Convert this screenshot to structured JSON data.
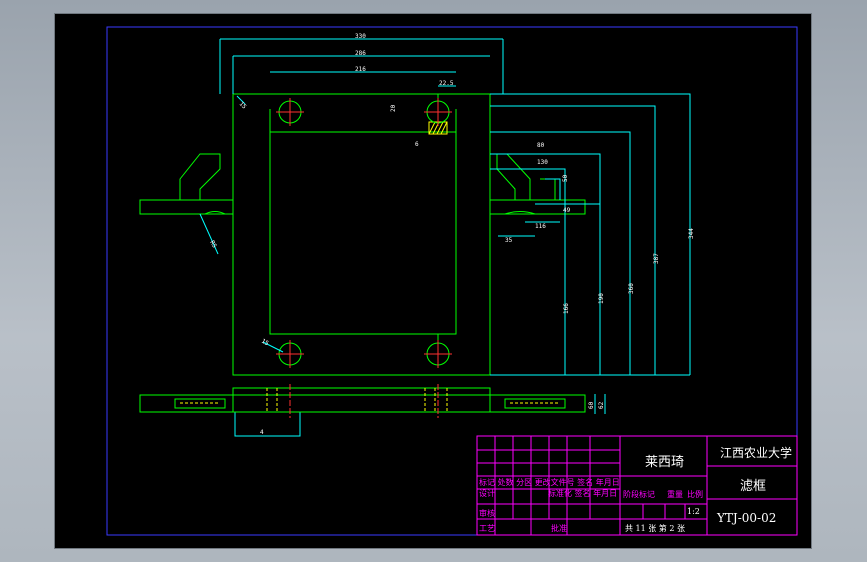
{
  "dimensions": {
    "d330": "330",
    "d286": "286",
    "d216": "216",
    "d22_5": "22.5",
    "d20": "20",
    "d6": "6",
    "r15": "15",
    "d80": "80",
    "d130": "130",
    "d50": "50",
    "d49": "49",
    "d116": "116",
    "d35": "35",
    "d166": "166",
    "d190": "190",
    "d360": "360",
    "d387": "387",
    "d344": "344",
    "r85": "R5",
    "r15_bottom": "15",
    "d4": "4",
    "d60": "60",
    "d62": "62",
    "d20b": "20"
  },
  "title_block": {
    "drafter": "莱西琦",
    "university": "江西农业大学",
    "part_name": "滤框",
    "drawing_no": "YTJ-00-02",
    "label_header_row": "标记 处数 分区 更改文件号 签名 年月日",
    "label_design": "设计",
    "label_standard": "标准化 签名 年月日",
    "label_stage": "阶段标记",
    "label_weight": "重量",
    "label_scale": "比例",
    "scale_value": "1:2",
    "label_review": "审核",
    "label_process": "工艺",
    "label_approve": "批准",
    "sheet_info": "共 11 张 第 2 张"
  }
}
